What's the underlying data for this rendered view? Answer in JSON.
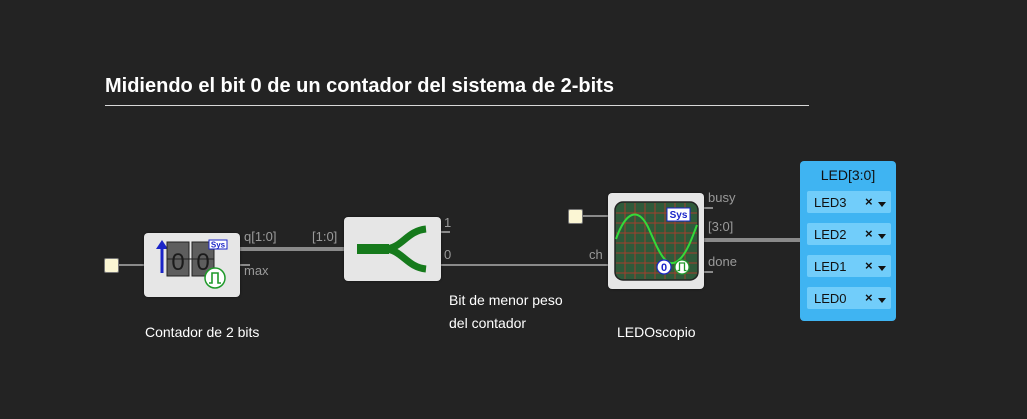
{
  "title": "Midiendo el bit 0 de un contador del sistema de 2-bits",
  "counter": {
    "caption": "Contador de 2 bits",
    "digit_high": "0",
    "digit_low": "0",
    "sys_badge": "Sys",
    "out_q_label": "q[1:0]",
    "out_max_label": "max",
    "icon": "clock-icon"
  },
  "splitter": {
    "in_label": "[1:0]",
    "out1_label": "1",
    "out0_label": "0",
    "caption_line1": "Bit de menor peso",
    "caption_line2": "del contador",
    "icon": "splitter-icon"
  },
  "ledoscope": {
    "caption": "LEDOscopio",
    "in_label": "ch",
    "busy_label": "busy",
    "bus_label": "[3:0]",
    "done_label": "done",
    "sys_badge": "Sys",
    "value": "0",
    "icon": "oscilloscope-icon"
  },
  "led_panel": {
    "title": "LED[3:0]",
    "items": [
      {
        "label": "LED3",
        "action": "×"
      },
      {
        "label": "LED2",
        "action": "×"
      },
      {
        "label": "LED1",
        "action": "×"
      },
      {
        "label": "LED0",
        "action": "×"
      }
    ]
  },
  "colors": {
    "background": "#232323",
    "wire": "#8a8a8a",
    "block": "#e6e6e6",
    "panel": "#3fb4f2",
    "panel_item": "#71cdfa",
    "splitter_green": "#167a1c",
    "scope_screen": "#2f5a3a",
    "scope_trace": "#34d93a"
  }
}
